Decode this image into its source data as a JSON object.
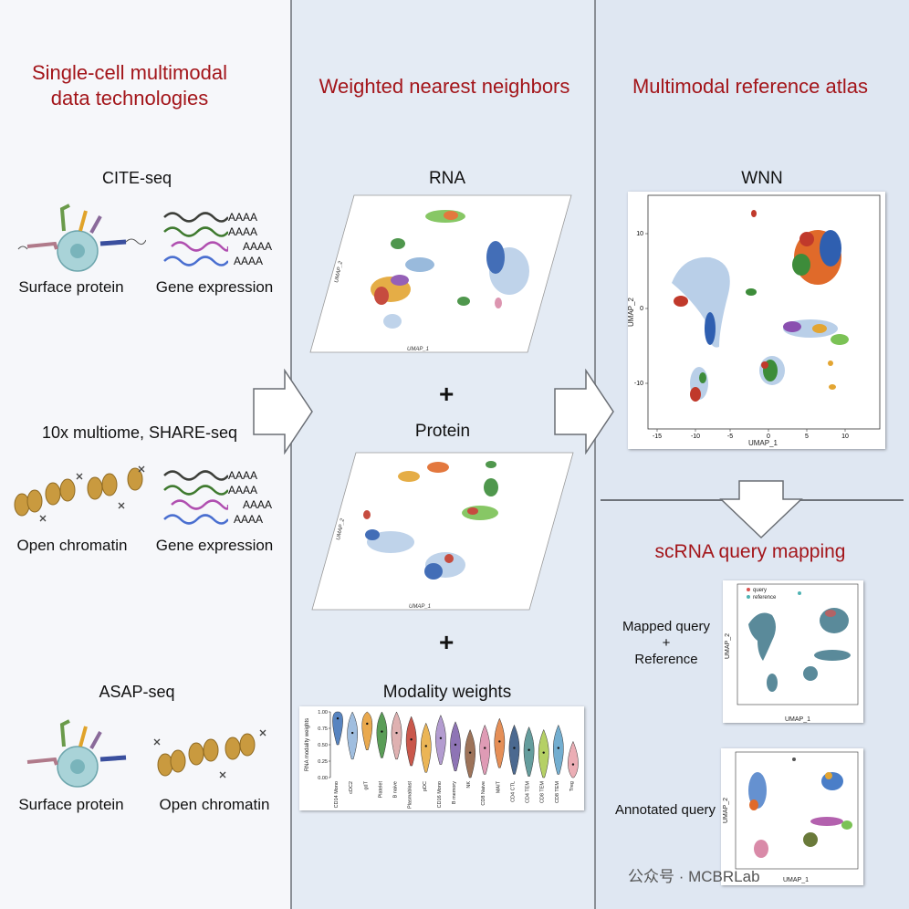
{
  "columns": {
    "col1": {
      "title": "Single-cell multimodal\ndata technologies"
    },
    "col2": {
      "title": "Weighted nearest neighbors"
    },
    "col3": {
      "title": "Multimodal reference atlas"
    }
  },
  "technologies": [
    {
      "name": "CITE-seq",
      "left_label": "Surface protein",
      "right_label": "Gene expression"
    },
    {
      "name": "10x multiome, SHARE-seq",
      "left_label": "Open chromatin",
      "right_label": "Gene expression"
    },
    {
      "name": "ASAP-seq",
      "left_label": "Surface protein",
      "right_label": "Open chromatin"
    }
  ],
  "polya": "AAAA",
  "wnn_panels": {
    "rna": {
      "title": "RNA",
      "x_axis": "UMAP_1",
      "y_axis": "UMAP_2"
    },
    "plus": "+",
    "protein": {
      "title": "Protein",
      "x_axis": "UMAP_1",
      "y_axis": "UMAP_2"
    },
    "weights": {
      "title": "Modality weights",
      "y_axis": "RNA modality weights"
    }
  },
  "atlas": {
    "title": "WNN",
    "x_axis": "UMAP_1",
    "y_axis": "UMAP_2",
    "x_ticks": [
      "-15",
      "-10",
      "-5",
      "0",
      "5",
      "10"
    ],
    "y_ticks": [
      "10",
      "0",
      "-10"
    ]
  },
  "query": {
    "title": "scRNA query mapping",
    "mapped_label": "Mapped query\n+\nReference",
    "annotated_label": "Annotated query",
    "legend": [
      "query",
      "reference"
    ],
    "x_axis": "UMAP_1",
    "y_axis": "UMAP_2"
  },
  "watermark": "公众号 · MCBRLab",
  "chart_data": {
    "type": "violin",
    "title": "Modality weights",
    "ylabel": "RNA modality weights",
    "ylim": [
      0,
      1.0
    ],
    "y_ticks": [
      "1.00",
      "0.75",
      "0.50",
      "0.25",
      "0.00"
    ],
    "categories": [
      "CD14 Mono",
      "cDC2",
      "gdT",
      "Platelet",
      "B naive",
      "Plasmablast",
      "pDC",
      "CD16 Mono",
      "B memory",
      "NK",
      "CD8 Naive",
      "MAIT",
      "CD4 CTL",
      "CD4 TEM",
      "CD8 TEM",
      "CD8 TEM",
      "Treg"
    ],
    "medians": [
      0.9,
      0.68,
      0.82,
      0.7,
      0.68,
      0.58,
      0.48,
      0.6,
      0.5,
      0.38,
      0.45,
      0.55,
      0.45,
      0.42,
      0.38,
      0.45,
      0.2
    ],
    "colors": [
      "#3a6fb5",
      "#8fb3d9",
      "#e59a2f",
      "#3d8c3a",
      "#d9a3a3",
      "#c0392b",
      "#e8a838",
      "#a68bc8",
      "#7a5ca8",
      "#8c5a3c",
      "#d98aa8",
      "#e07b39",
      "#2c4f7c",
      "#4a8c8c",
      "#a8c84a",
      "#5aa0c8",
      "#e8a0a8"
    ]
  }
}
